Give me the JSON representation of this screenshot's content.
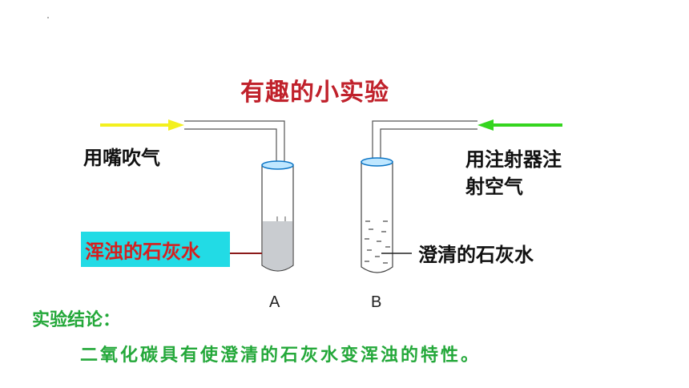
{
  "title": "有趣的小实验",
  "labels": {
    "blow": "用嘴吹气",
    "syringe_line1": "用注射器注",
    "syringe_line2": "射空气",
    "turbid": "浑浊的石灰水",
    "clear": "澄清的石灰水",
    "tube_a": "A",
    "tube_b": "B"
  },
  "conclusion": {
    "heading": "实验结论：",
    "text": "二氧化碳具有使澄清的石灰水变浑浊的特性。"
  },
  "colors": {
    "title": "#c0212b",
    "arrow_left": "#f3f01e",
    "arrow_right": "#35d51f",
    "conclusion": "#24a83a",
    "highlight": "#22dbe5",
    "turbid_text": "#d6201f"
  }
}
